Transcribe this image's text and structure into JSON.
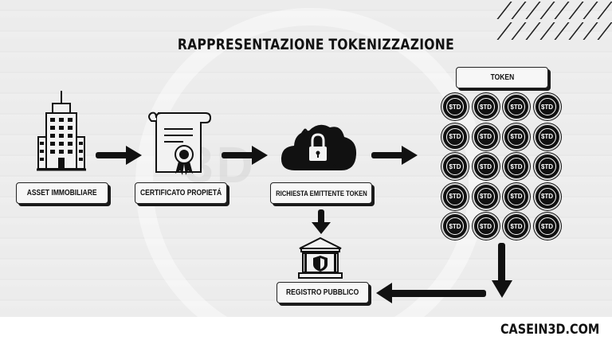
{
  "title": "RAPPRESENTAZIONE TOKENIZZAZIONE",
  "watermark": "3D",
  "brand": "CASEIN3D.COM",
  "nodes": {
    "asset": {
      "label": "ASSET IMMOBILIARE",
      "icon": "building-icon"
    },
    "certificate": {
      "label": "CERTIFICATO PROPIETÁ",
      "icon": "certificate-icon"
    },
    "request": {
      "label": "RICHIESTA EMITTENTE TOKEN",
      "icon": "cloud-lock-icon"
    },
    "token": {
      "label": "TOKEN",
      "icon": "coin-icon"
    },
    "registry": {
      "label": "REGISTRO PUBBLICO",
      "icon": "bank-icon"
    }
  },
  "coin_text": "$TD",
  "coin_grid": {
    "rows": 5,
    "cols": 4
  },
  "colors": {
    "ink": "#111111",
    "background": "#ececec",
    "label_bg": "#f7f7f7"
  }
}
